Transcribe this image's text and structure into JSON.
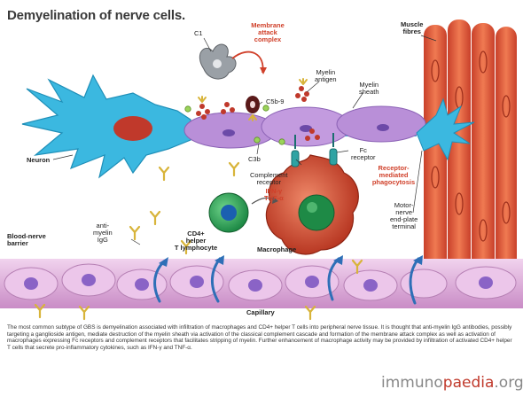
{
  "title": "Demyelination of nerve cells.",
  "labels": {
    "c1": "C1",
    "membrane_attack": "Membrane\nattack\ncomplex",
    "c5b9": "C5b-9",
    "myelin_antigen": "Myelin\nantigen",
    "myelin_sheath": "Myelin\nsheath",
    "muscle_fibres": "Muscle\nfibres",
    "neuron": "Neuron",
    "c3b": "C3b",
    "complement_receptor": "Complement\nreceptor",
    "fc_receptor": "Fc\nreceptor",
    "receptor_mediated": "Receptor-\nmediated\nphagocytosis",
    "ifn_tnf": "IFN-γ\nTNF-α",
    "motor_nerve": "Motor-\nnerve\nend-plate\nterminal",
    "blood_nerve": "Blood-nerve\nbarrier",
    "anti_myelin": "anti-\nmyelin\nIgG",
    "cd4": "CD4+\nhelper\nT lymphocyte",
    "macrophage": "Macrophage",
    "capillary": "Capillary"
  },
  "caption": "The most common subtype of GBS is demyelination associated with infiltration of macrophages and CD4+ helper T cells into peripheral nerve tissue. It is thought that anti-myelin IgG antibodies, possibly targeting a ganglioside antigen, mediate destruction of the myelin sheath via activation of the classical complement cascade and formation of the membrane attack complex as well as activation of macrophages expressing Fc receptors and complement receptors that facilitates stripping of myelin. Further enhancement of macrophage activity may be provided by infiltration of activated CD4+ helper T cells that secrete pro-inflammatory cytokines, such as IFN-γ and TNF-α.",
  "logo": {
    "left": "immuno",
    "mid": "paedia",
    "right": ".org"
  },
  "colors": {
    "neuron": "#3bb8e0",
    "myelin": "#b98fd8",
    "muscle": "#e8603a",
    "macrophage": "#c0392b",
    "capillary": "#d9a8d6",
    "accent_red": "#d0402a"
  }
}
